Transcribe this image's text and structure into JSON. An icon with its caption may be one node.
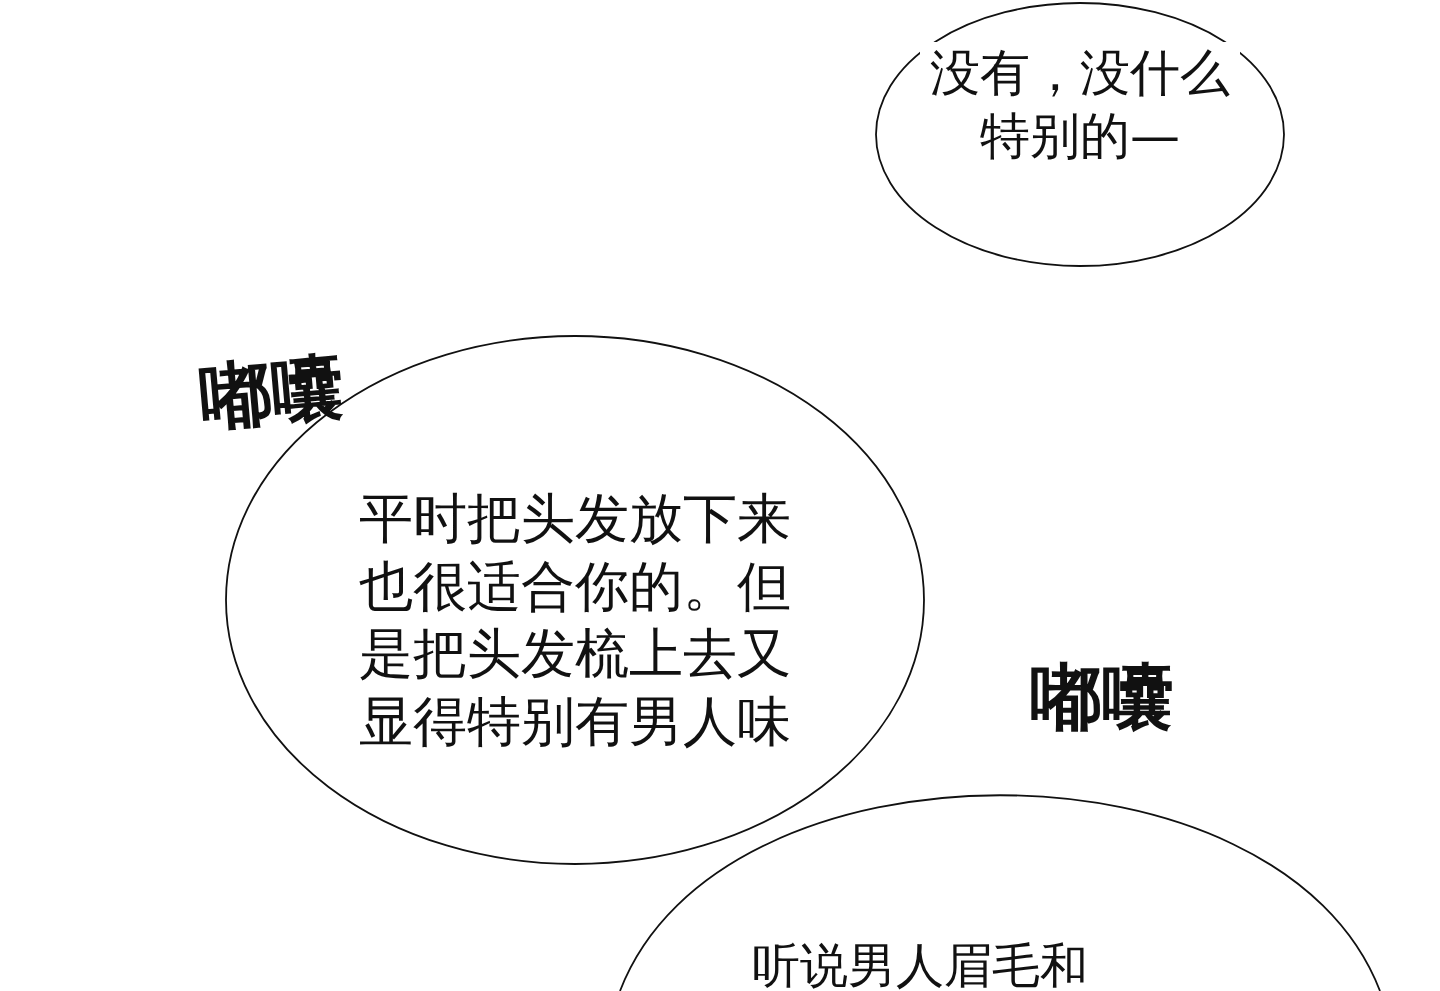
{
  "diagram": {
    "nodes": [
      {
        "text": [
          "没有，没什么特别的—"
        ]
      },
      {
        "text": [
          "平时把头发放下来也很适合你的。但是把头发梳上去又显得特别有男人味"
        ]
      },
      {
        "text": [
          "听说男人眉毛和"
        ]
      }
    ],
    "labels": [
      "嘟囔",
      "嘟囔"
    ]
  }
}
